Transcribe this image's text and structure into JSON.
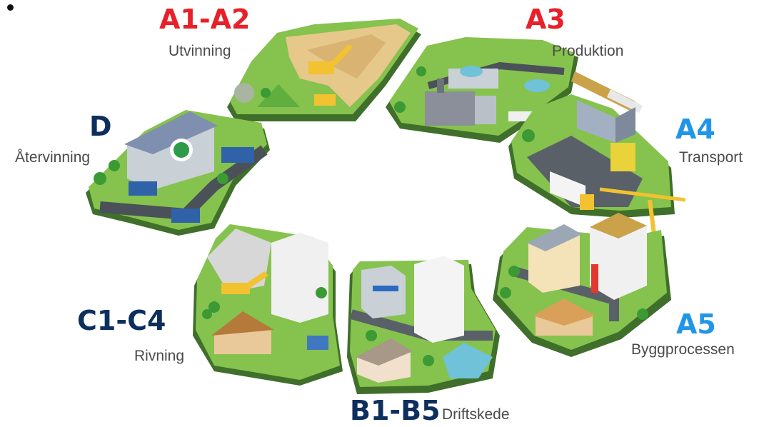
{
  "stages": [
    {
      "id": "a1a2",
      "code": "A1-A2",
      "name": "Utvinning",
      "code_color": "#e8202a"
    },
    {
      "id": "a3",
      "code": "A3",
      "name": "Produktion",
      "code_color": "#e8202a"
    },
    {
      "id": "a4",
      "code": "A4",
      "name": "Transport",
      "code_color": "#2196e8"
    },
    {
      "id": "a5",
      "code": "A5",
      "name": "Byggprocessen",
      "code_color": "#2196e8"
    },
    {
      "id": "b1b5",
      "code": "B1-B5",
      "name": "Driftskede",
      "code_color": "#0d2f5e"
    },
    {
      "id": "c1c4",
      "code": "C1-C4",
      "name": "Rivning",
      "code_color": "#0d2f5e"
    },
    {
      "id": "d",
      "code": "D",
      "name": "Återvinning",
      "code_color": "#0d2f5e"
    }
  ],
  "colors": {
    "grass": "#7cc24a",
    "grass_dark": "#4f9a2e",
    "road": "#4b5159",
    "base": "#3f6f2a"
  }
}
